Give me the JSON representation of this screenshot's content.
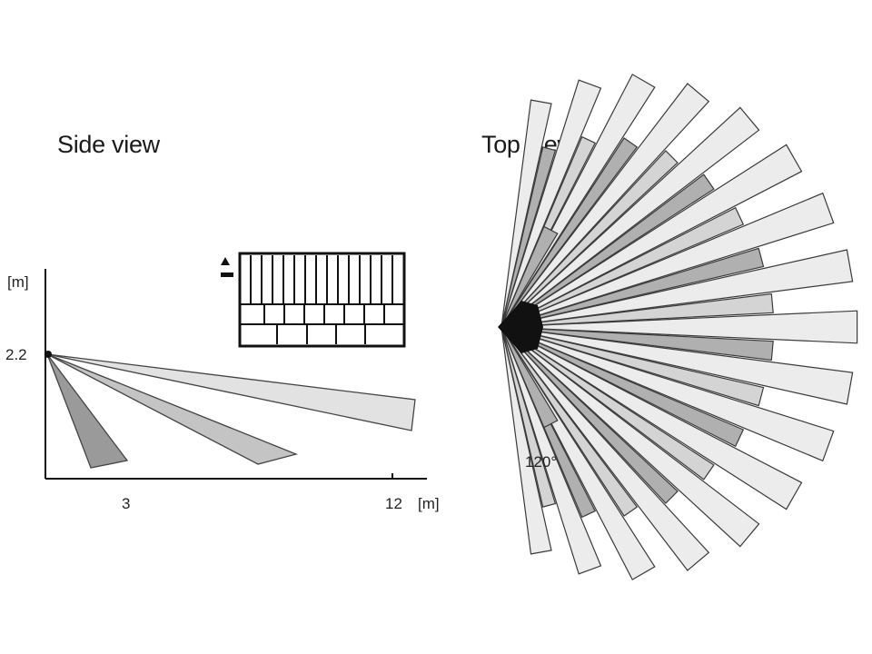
{
  "side_view": {
    "title": "Side view",
    "y_unit": "[m]",
    "mount_height": "2.2",
    "x_ticks": [
      "3",
      "12"
    ],
    "x_unit": "[m]",
    "beam_colors": [
      "#9a9a9a",
      "#c4c4c4",
      "#e2e2e2"
    ]
  },
  "top_view": {
    "title": "Top view",
    "angle_label": "120°",
    "beam_colors": [
      "#ececec",
      "#b0b0b0",
      "#d4d4d4"
    ]
  }
}
